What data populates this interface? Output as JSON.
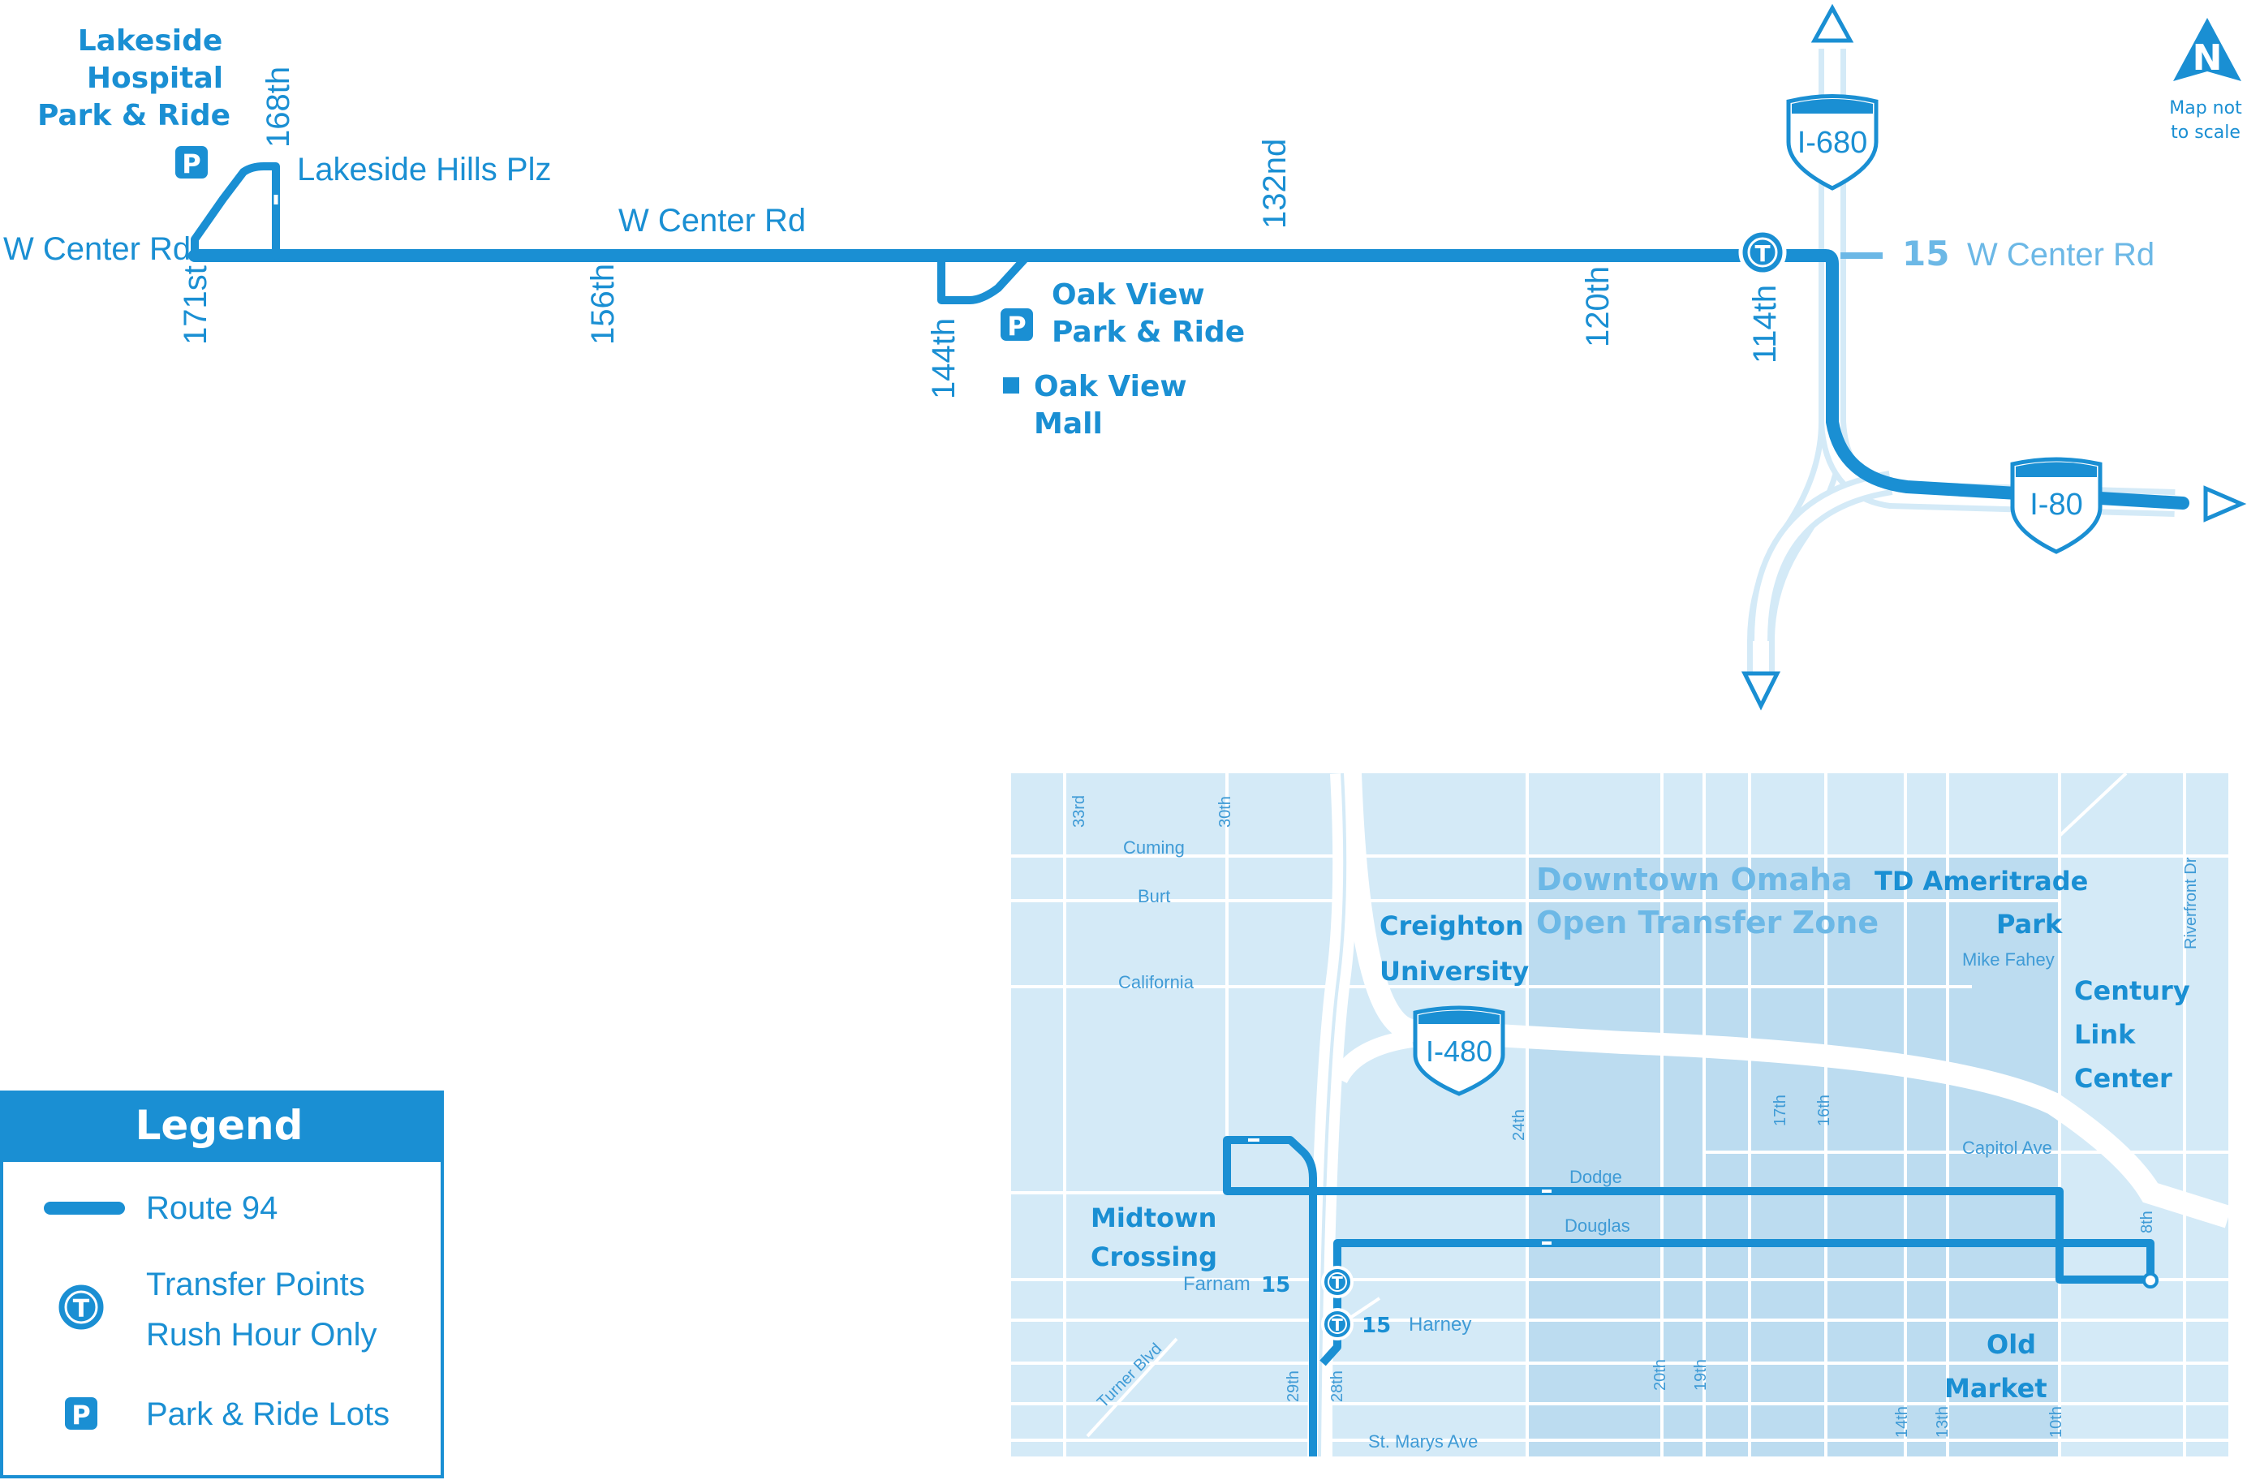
{
  "colors": {
    "route": "#1a8fd3",
    "light_road": "#d4eaf7",
    "inset_bg": "#d4eaf7",
    "transfer_zone": "#bcdcf0",
    "street_white": "#ffffff",
    "connecting_route_label": "#6cb8e6"
  },
  "north_arrow": {
    "letter": "N",
    "note_line1": "Map not",
    "note_line2": "to scale"
  },
  "main_map": {
    "stops": {
      "lakeside_line1": "Lakeside",
      "lakeside_line2": "Hospital",
      "lakeside_line3": "Park & Ride",
      "lakeside_hills": "Lakeside Hills Plz",
      "oakview_pr_line1": "Oak View",
      "oakview_pr_line2": "Park & Ride",
      "oakview_mall_line1": "Oak View",
      "oakview_mall_line2": "Mall"
    },
    "roads": {
      "w_center_west": "W Center Rd",
      "w_center_mid": "W Center Rd"
    },
    "cross_streets": [
      "168th",
      "171st",
      "156th",
      "144th",
      "132nd",
      "120th",
      "114th"
    ],
    "connection": {
      "route": "15",
      "name": "W Center Rd"
    },
    "highways": [
      "I-680",
      "I-80"
    ],
    "park_ride_symbol": "P",
    "transfer_symbol": "T"
  },
  "inset_map": {
    "zone_line1": "Downtown Omaha",
    "zone_line2": "Open Transfer Zone",
    "places": {
      "creighton_line1": "Creighton",
      "creighton_line2": "University",
      "td_line1": "TD Ameritrade",
      "td_line2": "Park",
      "century_line1": "Century",
      "century_line2": "Link",
      "century_line3": "Center",
      "midtown_line1": "Midtown",
      "midtown_line2": "Crossing",
      "old_market_line1": "Old",
      "old_market_line2": "Market"
    },
    "streets": {
      "s33rd": "33rd",
      "s30th": "30th",
      "cuming": "Cuming",
      "burt": "Burt",
      "california": "California",
      "mike_fahey": "Mike Fahey",
      "riverfront": "Riverfront Dr",
      "s24th": "24th",
      "s17th": "17th",
      "s16th": "16th",
      "capitol": "Capitol Ave",
      "dodge": "Dodge",
      "douglas": "Douglas",
      "s8th": "8th",
      "farnam": "Farnam",
      "harney": "Harney",
      "turner": "Turner Blvd",
      "s29th": "29th",
      "s28th": "28th",
      "s20th": "20th",
      "s19th": "19th",
      "s14th": "14th",
      "s13th": "13th",
      "s10th": "10th",
      "st_marys": "St. Marys Ave"
    },
    "connections": {
      "farnam_route": "15",
      "harney_route": "15"
    },
    "highway": "I-480"
  },
  "legend": {
    "title": "Legend",
    "route_label": "Route 94",
    "transfer_line1": "Transfer Points",
    "transfer_line2": "Rush Hour Only",
    "park_ride_label": "Park & Ride Lots",
    "transfer_symbol": "T",
    "park_ride_symbol": "P"
  }
}
